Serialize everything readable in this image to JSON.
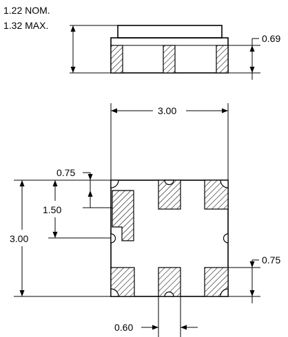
{
  "side_view": {
    "height_nominal": "1.22 NOM.",
    "height_max": "1.32 MAX.",
    "pad_height": "0.69"
  },
  "top_view": {
    "width": "3.00",
    "height": "3.00",
    "corner_offset": "0.75",
    "pin_spacing": "1.50",
    "pad_edge_offset": "0.75",
    "pad_width": "0.60"
  }
}
